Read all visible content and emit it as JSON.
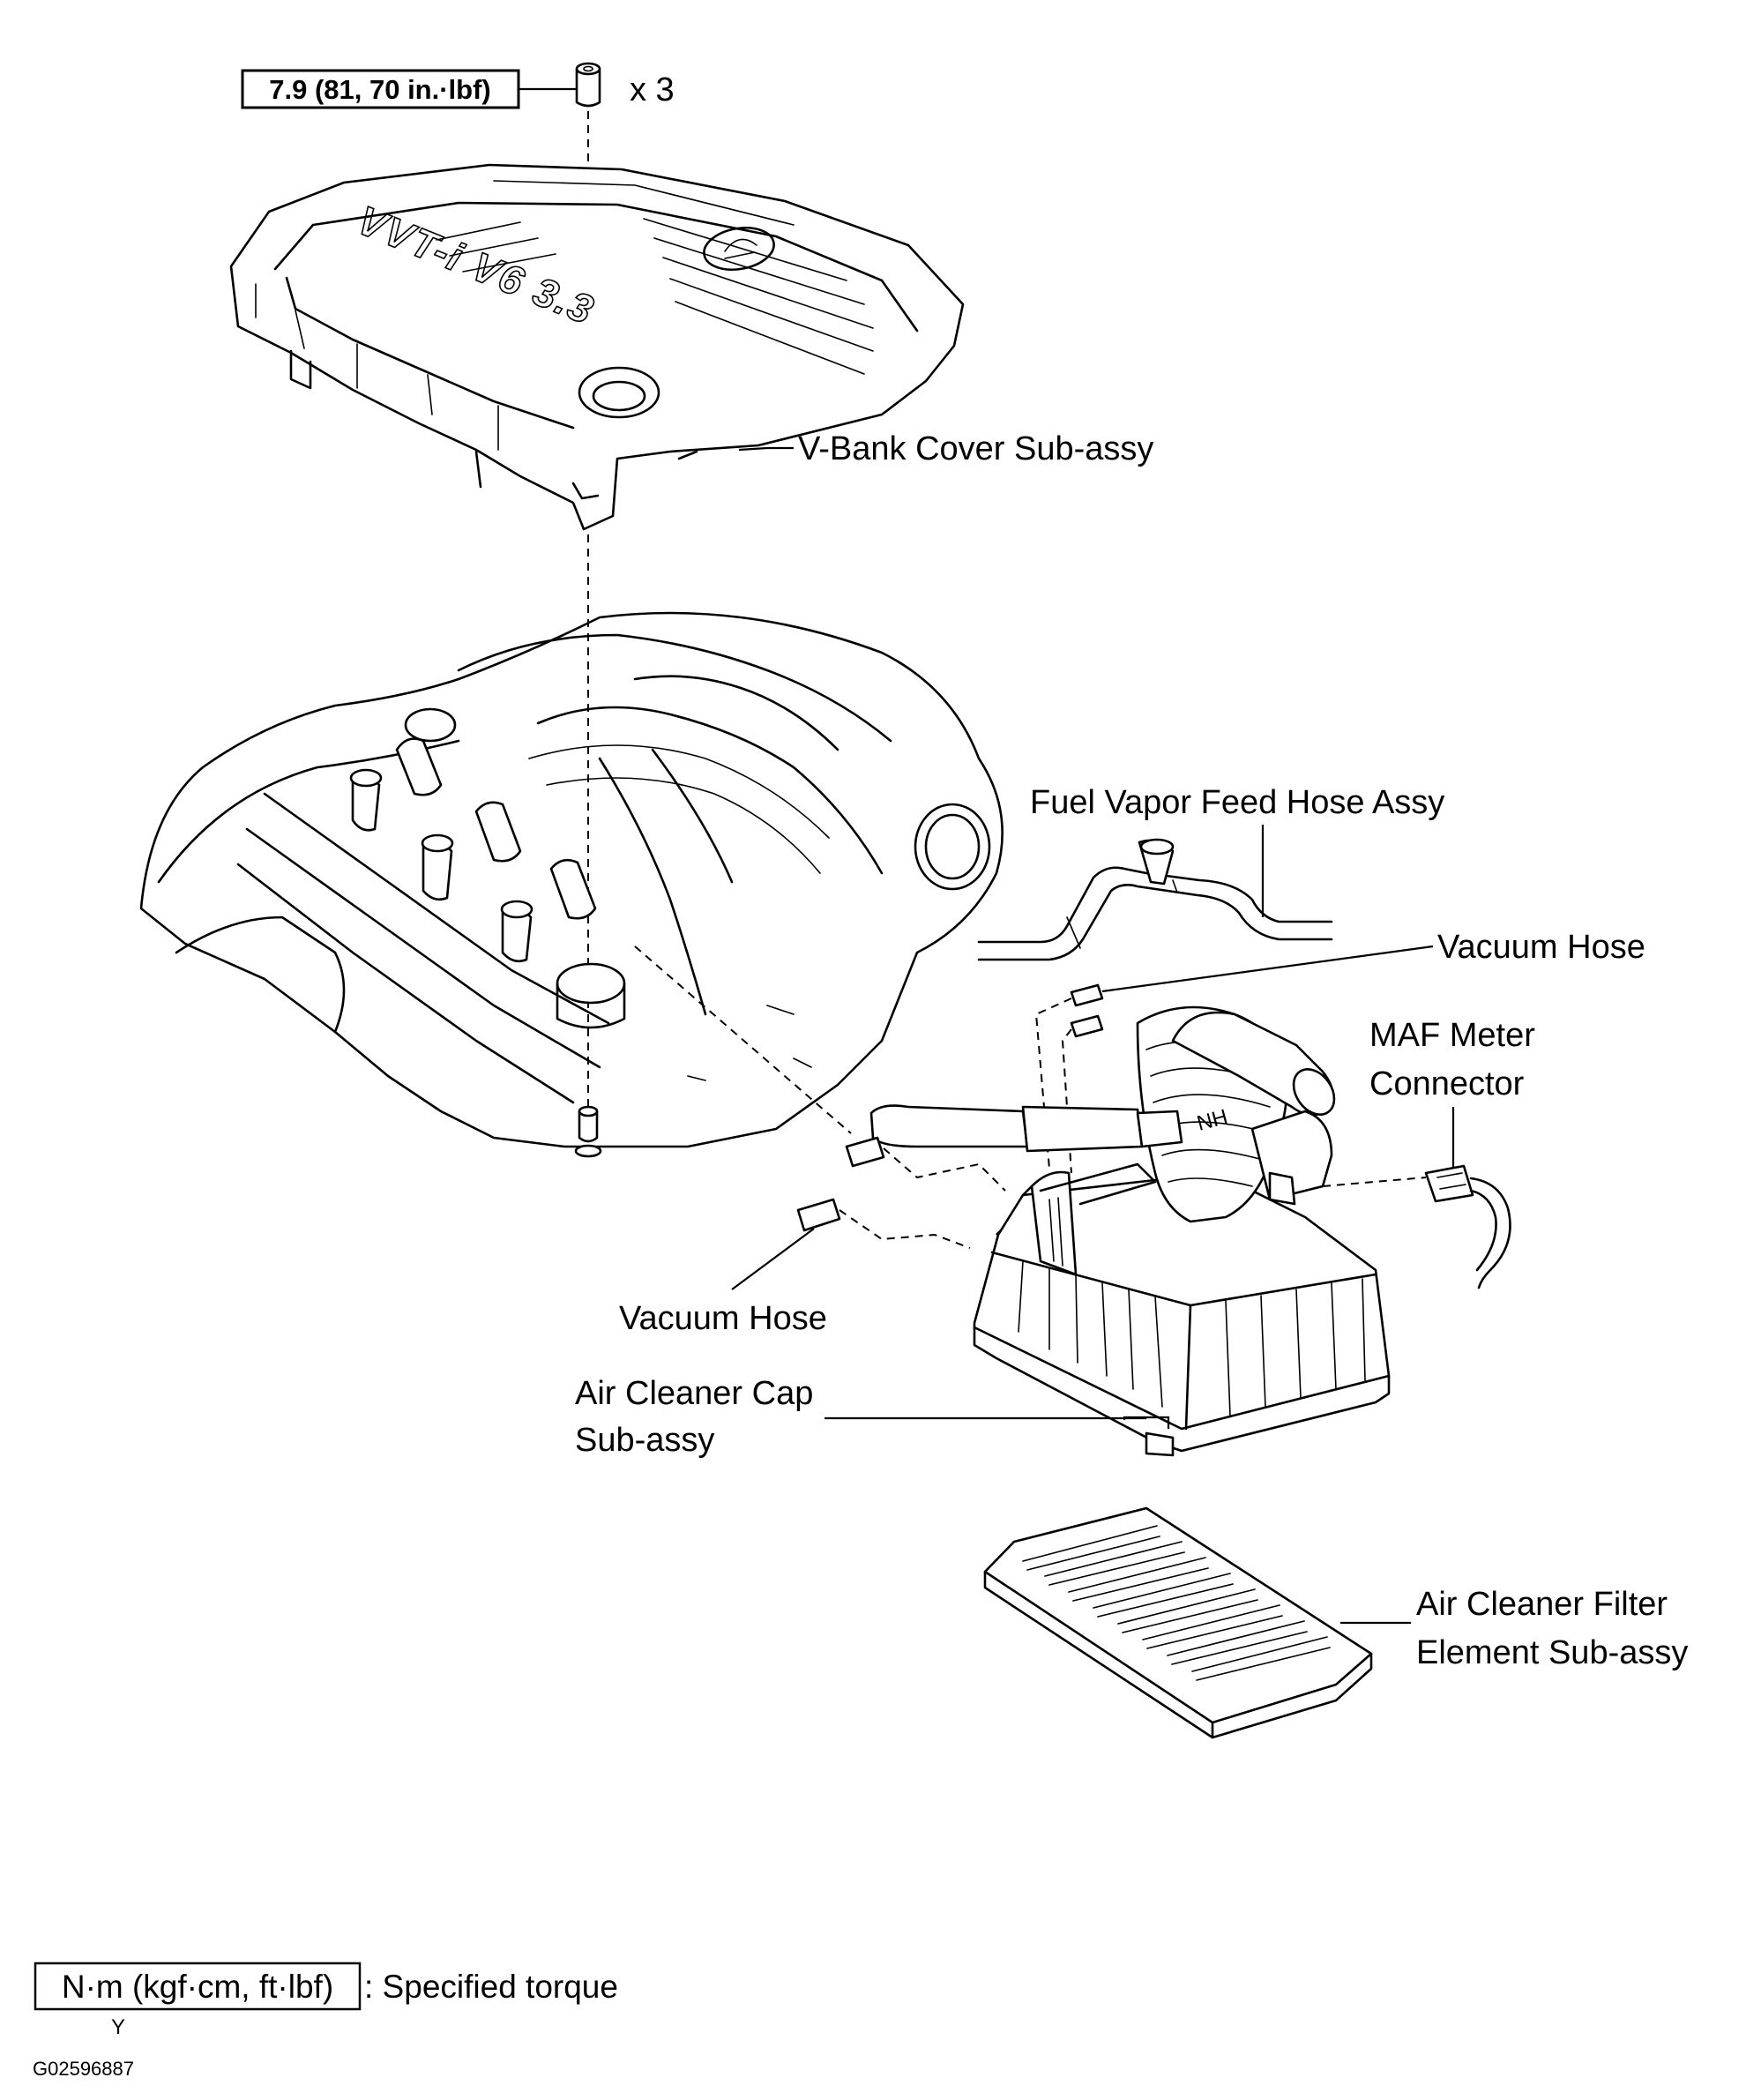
{
  "torque_box": {
    "value": "7.9 (81, 70 in.·lbf)",
    "quantity": "x 3"
  },
  "cover_logo_text": "VVT-i V6 3.3",
  "labels": {
    "v_bank_cover": "V-Bank Cover Sub-assy",
    "fuel_vapor_hose": "Fuel Vapor Feed Hose Assy",
    "vacuum_hose_upper": "Vacuum Hose",
    "maf_meter_line1": "MAF Meter",
    "maf_meter_line2": "Connector",
    "vacuum_hose_lower": "Vacuum Hose",
    "air_cleaner_cap_line1": "Air Cleaner Cap",
    "air_cleaner_cap_line2": "Sub-assy",
    "filter_element_line1": "Air Cleaner Filter",
    "filter_element_line2": "Element Sub-assy"
  },
  "legend": {
    "box": "N·m (kgf·cm, ft·lbf)",
    "description": ": Specified torque",
    "mark": "Y"
  },
  "figure_code": "G02596887"
}
